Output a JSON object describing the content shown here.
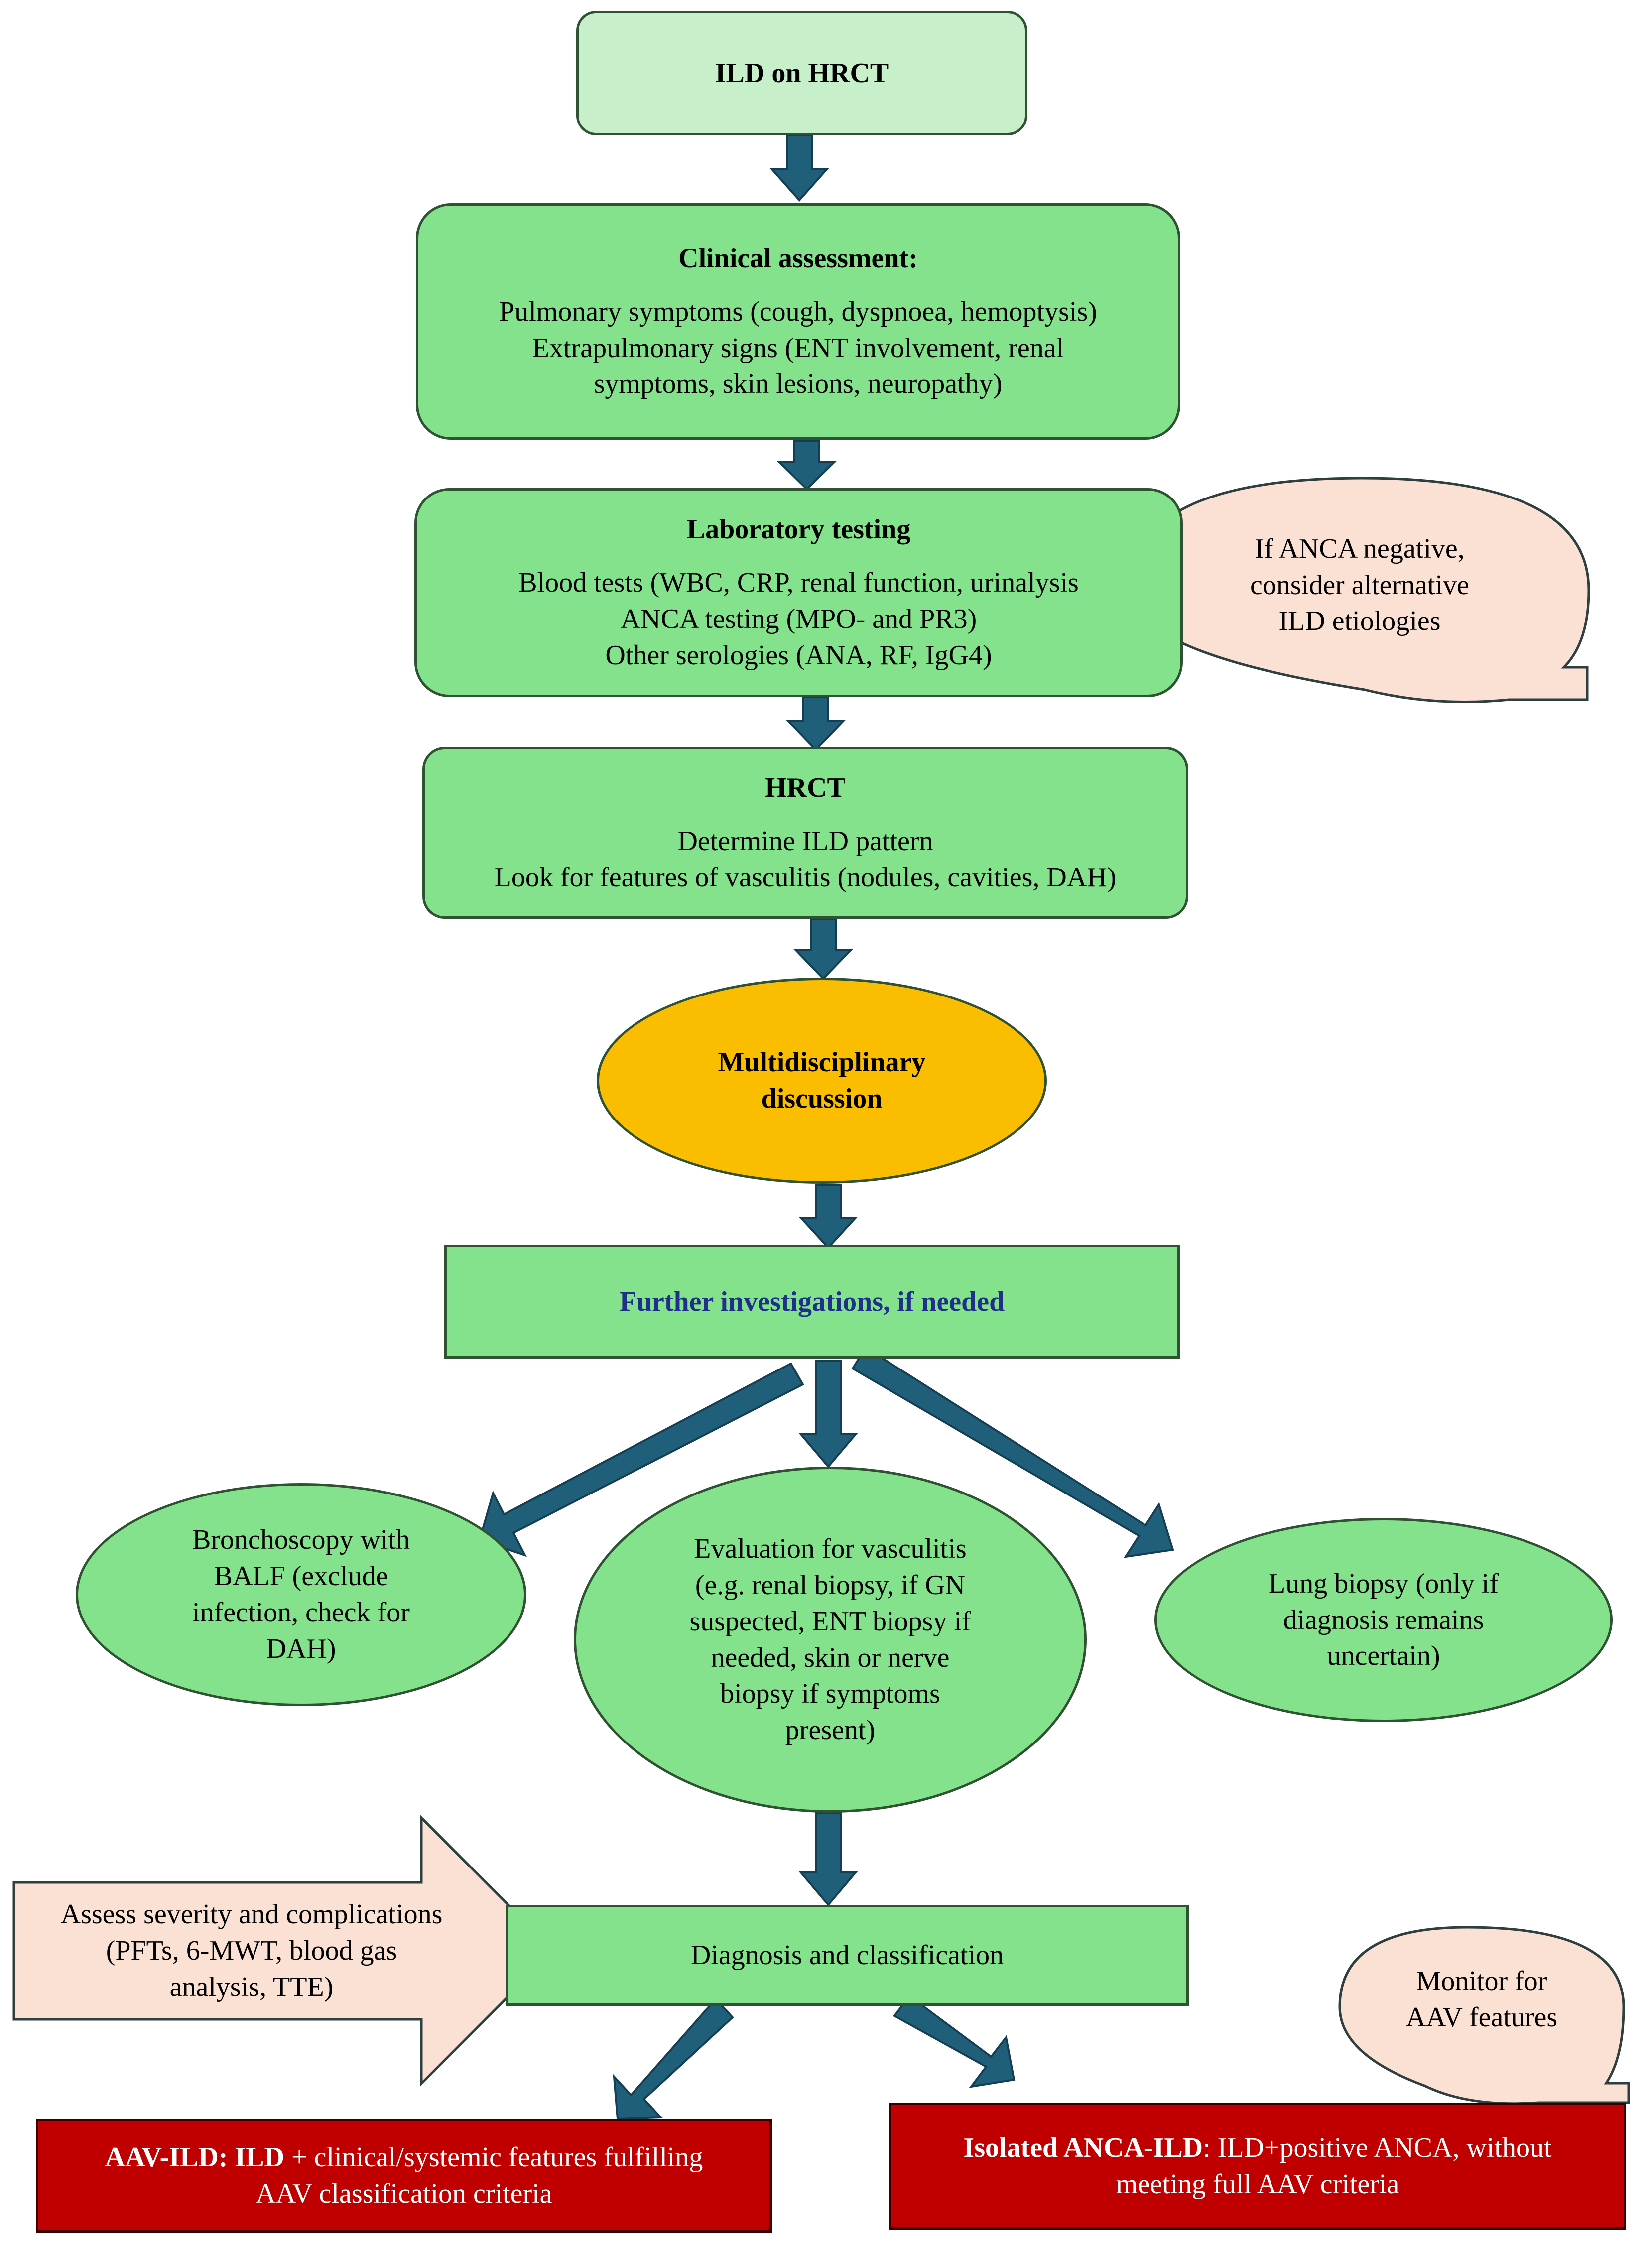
{
  "colors": {
    "green_fill": "#84e18c",
    "light_green_fill": "#c6efca",
    "orange_fill": "#fbbd00",
    "peach_fill": "#fbe0d4",
    "red_fill": "#c00000",
    "arrow_fill": "#1f5f7a",
    "border": "#2f5233"
  },
  "nodes": {
    "ild_hrct": {
      "title": "ILD on HRCT"
    },
    "clinical": {
      "title": "Clinical assessment:",
      "lines": [
        "Pulmonary symptoms (cough, dyspnoea, hemoptysis)",
        "Extrapulmonary signs (ENT involvement, renal",
        "symptoms, skin lesions, neuropathy)"
      ]
    },
    "laboratory": {
      "title": "Laboratory testing",
      "lines": [
        "Blood tests (WBC, CRP, renal function, urinalysis",
        "ANCA testing (MPO-  and PR3)",
        "Other serologies (ANA, RF, IgG4)"
      ]
    },
    "anca_negative": {
      "lines": [
        "If ANCA negative,",
        "consider  alternative",
        "ILD etiologies"
      ]
    },
    "hrct": {
      "title": "HRCT",
      "lines": [
        "Determine ILD pattern",
        "Look for features of vasculitis (nodules, cavities, DAH)"
      ]
    },
    "mdd": {
      "lines": [
        "Multidisciplinary",
        "discussion"
      ]
    },
    "further": {
      "title": "Further investigations, if needed"
    },
    "bronchoscopy": {
      "lines": [
        "Bronchoscopy with",
        "BALF (exclude",
        "infection, check for",
        "DAH)"
      ]
    },
    "vasculitis_eval": {
      "lines": [
        "Evaluation for vasculitis",
        "(e.g. renal biopsy, if GN",
        "suspected, ENT biopsy if",
        "needed, skin or nerve",
        "biopsy if symptoms",
        "present)"
      ]
    },
    "lung_biopsy": {
      "lines": [
        "Lung biopsy (only if",
        "diagnosis remains",
        "uncertain)"
      ]
    },
    "severity": {
      "lines": [
        "Assess severity and complications",
        "(PFTs, 6-MWT, blood gas",
        "analysis, TTE)"
      ]
    },
    "diagnosis": {
      "title": "Diagnosis and classification"
    },
    "monitor": {
      "lines": [
        "Monitor for",
        "AAV features"
      ]
    },
    "aav_ild": {
      "bold": "AAV-ILD: ILD",
      "line1_rest": " + clinical/systemic features  fulfilling",
      "line2": "AAV classification criteria"
    },
    "isolated": {
      "bold": "Isolated ANCA-ILD",
      "line1_rest": ": ILD+positive ANCA, without",
      "line2": "meeting full AAV criteria"
    }
  }
}
